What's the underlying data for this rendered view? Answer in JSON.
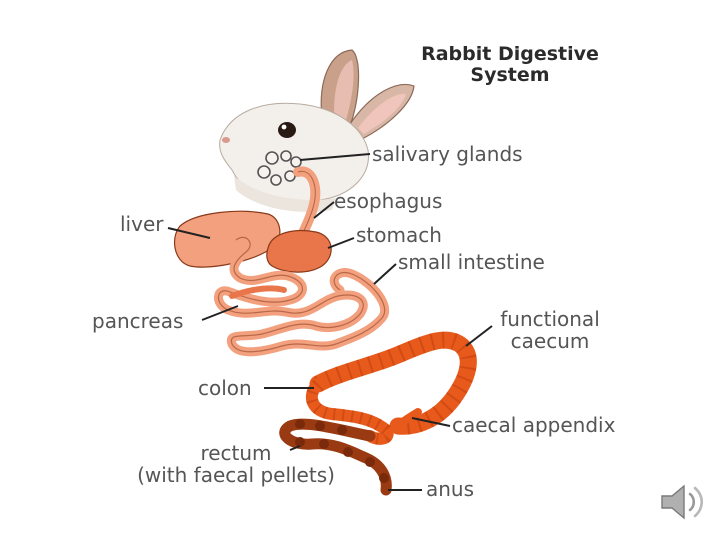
{
  "title": [
    "Rabbit Digestive",
    "System"
  ],
  "labels": {
    "salivary_glands": "salivary glands",
    "esophagus": "esophagus",
    "liver": "liver",
    "stomach": "stomach",
    "small_intestine": "small intestine",
    "pancreas": "pancreas",
    "functional_caecum": [
      "functional",
      "caecum"
    ],
    "colon": "colon",
    "caecal_appendix": "caecal appendix",
    "rectum": [
      "rectum",
      "(with faecal pellets)"
    ],
    "anus": "anus"
  },
  "icons": {
    "audio": "speaker-icon"
  },
  "colors": {
    "organ_light": "#f2a07e",
    "organ_mid": "#e8764a",
    "caecum": "#e85a1c",
    "rectum": "#9a3a12",
    "outline": "#8a3a1a",
    "leader": "#222222",
    "label_text": "#555555"
  }
}
